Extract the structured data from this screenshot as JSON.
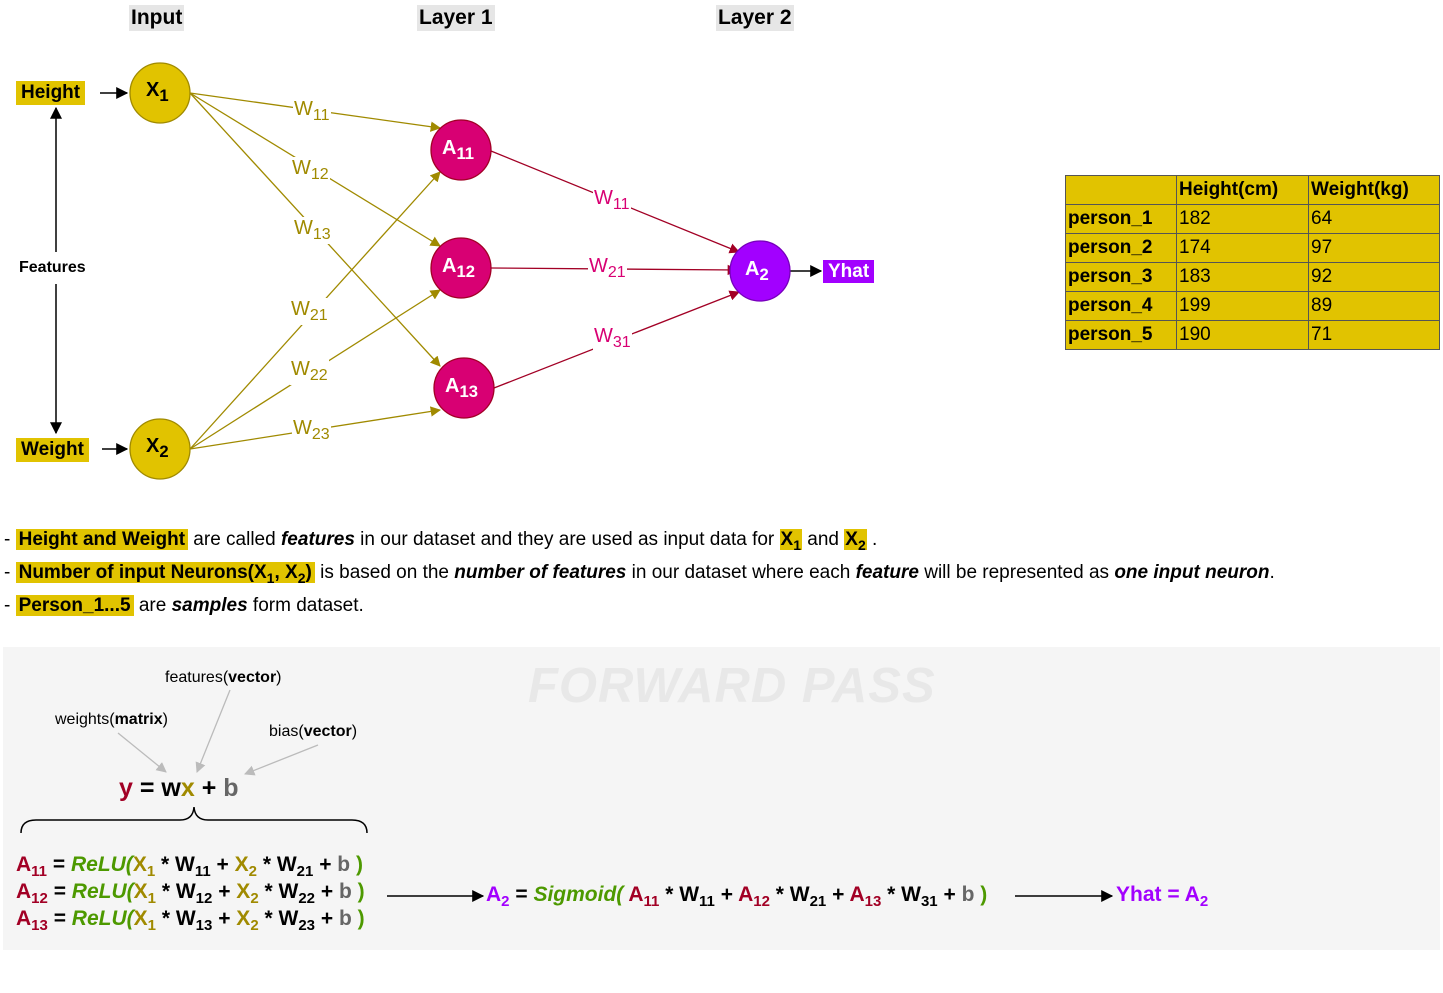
{
  "headers": {
    "input": "Input",
    "layer1": "Layer 1",
    "layer2": "Layer 2"
  },
  "inputs": {
    "height": "Height",
    "weight": "Weight",
    "features": "Features"
  },
  "neurons": {
    "x1": {
      "base": "X",
      "sub": "1"
    },
    "x2": {
      "base": "X",
      "sub": "2"
    },
    "a11": {
      "base": "A",
      "sub": "11"
    },
    "a12": {
      "base": "A",
      "sub": "12"
    },
    "a13": {
      "base": "A",
      "sub": "13"
    },
    "a2": {
      "base": "A",
      "sub": "2"
    }
  },
  "output_label": "Yhat",
  "weights_l1": [
    {
      "base": "W",
      "sub": "11"
    },
    {
      "base": "W",
      "sub": "12"
    },
    {
      "base": "W",
      "sub": "13"
    },
    {
      "base": "W",
      "sub": "21"
    },
    {
      "base": "W",
      "sub": "22"
    },
    {
      "base": "W",
      "sub": "23"
    }
  ],
  "weights_l2": [
    {
      "base": "W",
      "sub": "11"
    },
    {
      "base": "W",
      "sub": "21"
    },
    {
      "base": "W",
      "sub": "31"
    }
  ],
  "colors": {
    "yellow": "#e1c300",
    "yellow_edge": "#a08a00",
    "magenta": "#d80073",
    "magenta_edge": "#a20025",
    "purple": "#a200ff"
  },
  "table": {
    "headers": [
      "",
      "Height(cm)",
      "Weight(kg)"
    ],
    "rows": [
      [
        "person_1",
        "182",
        "64"
      ],
      [
        "person_2",
        "174",
        "97"
      ],
      [
        "person_3",
        "183",
        "92"
      ],
      [
        "person_4",
        "199",
        "89"
      ],
      [
        "person_5",
        "190",
        "71"
      ]
    ]
  },
  "notes": {
    "n1_hl": "Height and Weight",
    "n1_a": " are called ",
    "n1_b": "features",
    "n1_c": " in our dataset and they are used as input data for ",
    "n1_d": " and ",
    "n2_hl_a": "Number of input Neurons(X",
    "n2_a": " is based on the ",
    "n2_b": "number of features",
    "n2_c": " in our dataset where each ",
    "n2_d": "feature",
    "n2_e": " will be represented as ",
    "n2_f": "one input neuron",
    "n3_hl": "Person_1...5",
    "n3_a": " are ",
    "n3_b": "samples",
    "n3_c": " form dataset."
  },
  "forward_pass": {
    "title": "FORWARD PASS",
    "ann_features_a": "features(",
    "ann_features_b": "vector",
    "ann_weights_a": "weights(",
    "ann_weights_b": "matrix",
    "ann_bias_a": "bias(",
    "ann_bias_b": "vector",
    "relu": "ReLU(",
    "sigmoid": "Sigmoid(",
    "yhat_eq": "Yhat = A"
  }
}
